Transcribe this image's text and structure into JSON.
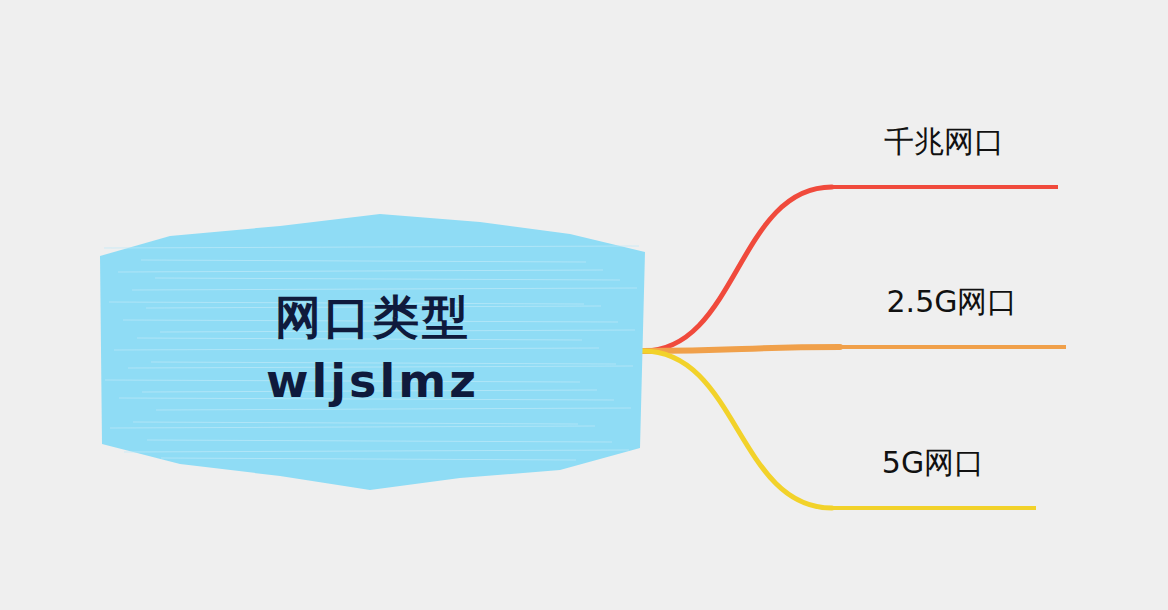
{
  "diagram": {
    "nodes": [
      {
        "text": [
          "网口类型",
          "wljslmz"
        ]
      },
      {
        "text": [
          "千兆网口"
        ]
      },
      {
        "text": [
          "2.5G网口"
        ]
      },
      {
        "text": [
          "5G网口"
        ]
      }
    ],
    "edges": [
      {
        "from": 0,
        "to": 1,
        "arrow": "none"
      },
      {
        "from": 0,
        "to": 2,
        "arrow": "none"
      },
      {
        "from": 0,
        "to": 3,
        "arrow": "none"
      }
    ]
  }
}
